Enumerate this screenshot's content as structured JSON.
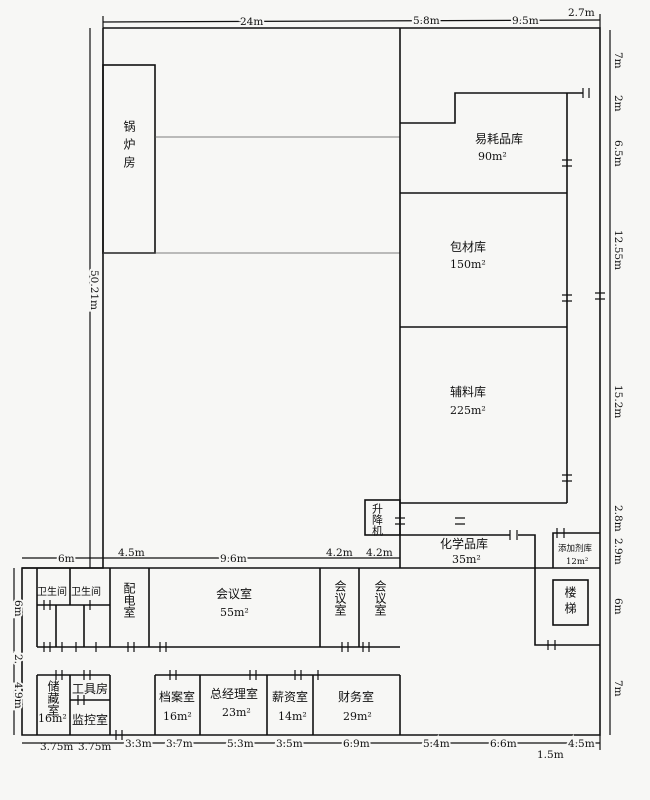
{
  "rooms": {
    "boiler": "锅炉房",
    "consumables": {
      "name": "易耗品库",
      "area": "90m²"
    },
    "packaging": {
      "name": "包材库",
      "area": "150m²"
    },
    "auxiliary": {
      "name": "辅料库",
      "area": "225m²"
    },
    "elevator": "升降机",
    "chemicals": {
      "name": "化学品库",
      "area": "35m²"
    },
    "additives": {
      "name": "添加剂库",
      "area": "12m²"
    },
    "stairs": "楼梯",
    "restroom1": "卫生间",
    "restroom2": "卫生间",
    "power": "配电室",
    "meeting_main": {
      "name": "会议室",
      "area": "55m²"
    },
    "meeting2": "会议室",
    "meeting3": "会议室",
    "storage": {
      "name": "储藏室",
      "area": "16m²"
    },
    "tools": "工具房",
    "monitor": "监控室",
    "archive": {
      "name": "档案室",
      "area": "16m²"
    },
    "gm": {
      "name": "总经理室",
      "area": "23m²"
    },
    "payroll": {
      "name": "薪资室",
      "area": "14m²"
    },
    "finance": {
      "name": "财务室",
      "area": "29m²"
    }
  },
  "dimensions": {
    "top": [
      "24m",
      "5.8m",
      "9.5m",
      "2.7m"
    ],
    "right": [
      "7m",
      "2m",
      "6.5m",
      "12.55m",
      "15.2m",
      "2.8m",
      "2.9m",
      "6m",
      "7m"
    ],
    "left_main": "50.21m",
    "office_top": [
      "6m",
      "4.5m",
      "9.6m",
      "4.2m",
      "4.2m"
    ],
    "office_left": [
      "6m",
      "2.",
      "4.9m"
    ],
    "bottom": [
      "3.75m",
      "3.75m",
      "3.3m",
      "3.7m",
      "5.3m",
      "3.5m",
      "6.9m",
      "5.4m",
      "6.6m",
      "1.5m",
      "4.5m"
    ]
  }
}
